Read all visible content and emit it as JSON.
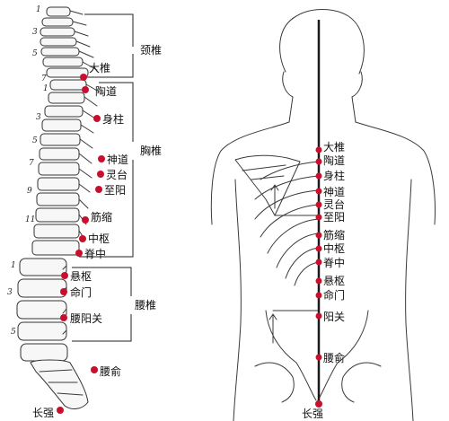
{
  "colors": {
    "point": "#c8102e",
    "line": "#1a1a1a"
  },
  "spine": {
    "vertebra_numbers": [
      "1",
      "3",
      "5",
      "7",
      "1",
      "3",
      "5",
      "7",
      "9",
      "11",
      "1",
      "3",
      "5"
    ],
    "regions": {
      "cervical": "颈椎",
      "thoracic": "胸椎",
      "lumbar": "腰椎"
    },
    "points": [
      "大椎",
      "陶道",
      "身柱",
      "神道",
      "灵台",
      "至阳",
      "筋缩",
      "中枢",
      "脊中",
      "悬枢",
      "命门",
      "腰阳关",
      "腰俞",
      "长强"
    ]
  },
  "back": {
    "points": [
      "大椎",
      "陶道",
      "身柱",
      "神道",
      "灵台",
      "至阳",
      "筋缩",
      "中枢",
      "脊中",
      "悬枢",
      "命门",
      "阳关",
      "腰俞",
      "长强"
    ]
  }
}
